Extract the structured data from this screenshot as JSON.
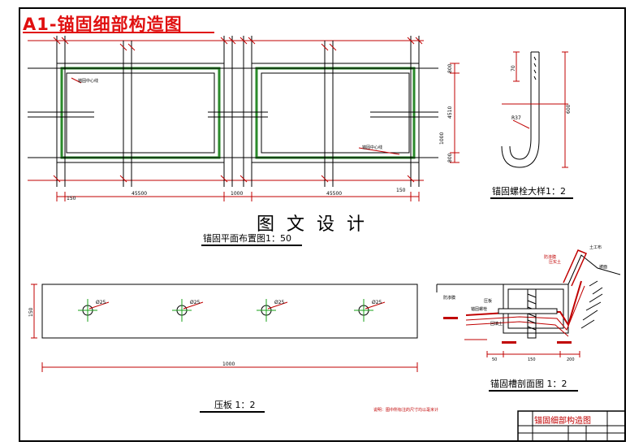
{
  "sheet_title": "A1-锚固细部构造图",
  "watermark": "图 文 设 计",
  "plan": {
    "caption": "锚固平面布置图1：50",
    "label_center_line": "锚固中心线",
    "dim_left_small": "150",
    "dim_span_1": "45500",
    "dim_middle": "1000",
    "dim_span_2": "45500",
    "dim_right_small": "150",
    "dim_r1": "800",
    "dim_r2": "4510",
    "dim_r3": "1000",
    "dim_r4": "800"
  },
  "bolt": {
    "caption": "锚固螺栓大样1：2",
    "dim_top": "70",
    "dim_height": "600",
    "dim_radius": "R37"
  },
  "plate": {
    "caption": "压板 1：2",
    "dim_height": "150",
    "dim_length": "1000",
    "hole_labels": [
      "Ø25",
      "Ø25",
      "Ø25",
      "Ø25"
    ]
  },
  "section": {
    "caption": "锚固槽剖面图 1：2",
    "label_liner": "防渗膜",
    "label_plate": "压板",
    "label_bolt": "锚固螺栓",
    "label_soil": "回填土",
    "label_top": "土工布",
    "label_mid": "防渗膜",
    "label_layer": "压实土",
    "label_side": "坡面",
    "dim_a": "50",
    "dim_b": "150",
    "dim_c": "200"
  },
  "note": "说明：图中所标注的尺寸均以毫米计",
  "title_block": {
    "title": "锚固细部构造图"
  }
}
